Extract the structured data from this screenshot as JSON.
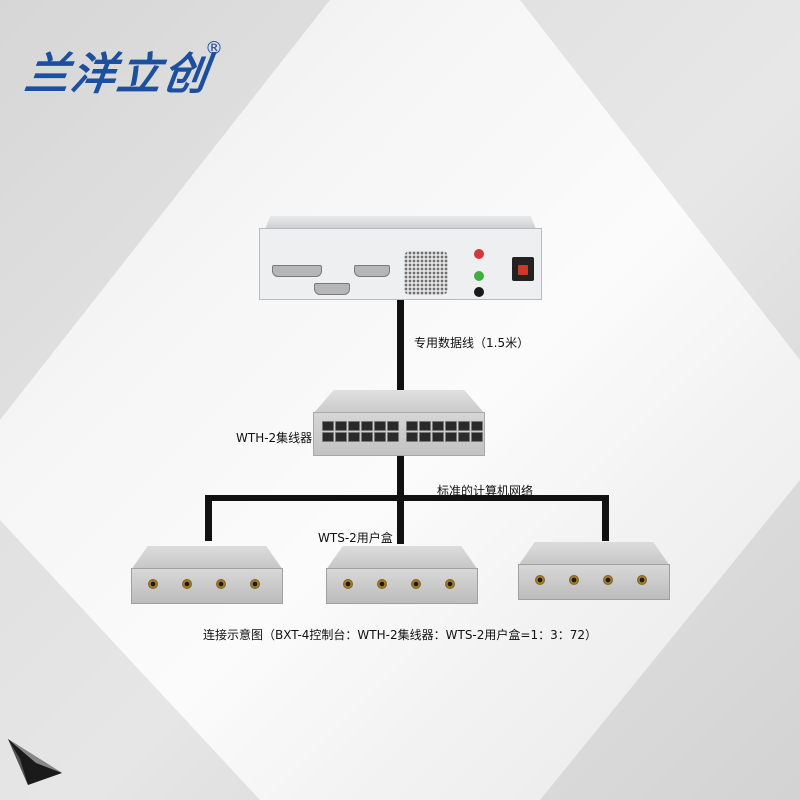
{
  "brand": {
    "name": "兰洋立创",
    "mark": "®"
  },
  "labels": {
    "cable": "专用数据线（1.5米）",
    "hub": "WTH-2集线器",
    "network": "标准的计算机网络",
    "user_box": "WTS-2用户盒"
  },
  "caption": "连接示意图（BXT-4控制台：WTH-2集线器：WTS-2用户盒=1：3：72）",
  "colors": {
    "logo": "#1d4f9f",
    "wire": "#111111",
    "red_post": "#d23a3a",
    "green_post": "#3fae3f"
  }
}
